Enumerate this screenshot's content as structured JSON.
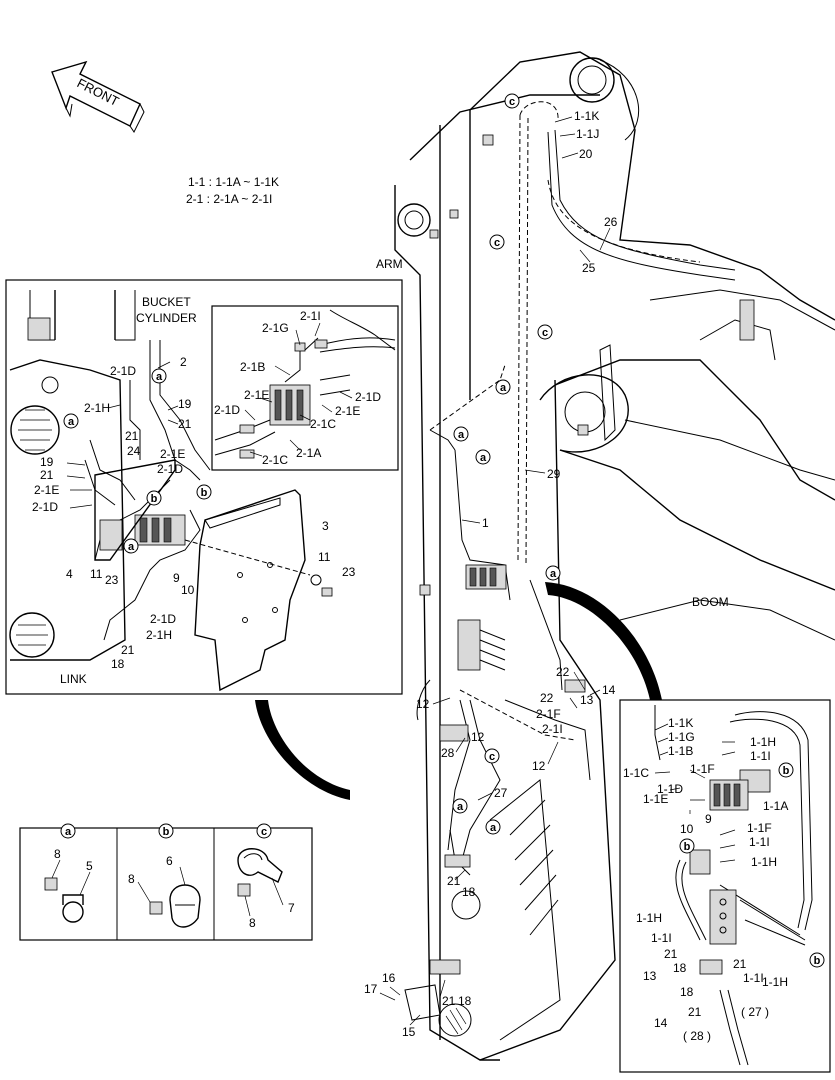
{
  "orientation": {
    "label": "FRONT"
  },
  "legend": {
    "line1": "1-1 : 1-1A ~ 1-1K",
    "line2": "2-1 : 2-1A ~ 2-1I"
  },
  "region_labels": {
    "arm": "ARM",
    "boom": "BOOM",
    "bucket_cylinder_1": "BUCKET",
    "bucket_cylinder_2": "CYLINDER",
    "link": "LINK"
  },
  "clamp_details": {
    "a": {
      "letter": "a",
      "parts": [
        "8",
        "5"
      ]
    },
    "b": {
      "letter": "b",
      "parts": [
        "6",
        "8"
      ]
    },
    "c": {
      "letter": "c",
      "parts": [
        "7",
        "8"
      ]
    }
  },
  "callouts": {
    "main": [
      "1-1K",
      "1-1J",
      "20",
      "26",
      "25",
      "29",
      "1",
      "22",
      "14",
      "13",
      "22",
      "2-1F",
      "2-1I",
      "12",
      "12",
      "12",
      "28",
      "27",
      "21",
      "18",
      "16",
      "17",
      "21",
      "18",
      "15"
    ],
    "left_inset": [
      "2-1D",
      "2",
      "2-1H",
      "19",
      "21",
      "24",
      "21",
      "2-1E",
      "2-1D",
      "19",
      "21",
      "2-1E",
      "2-1D",
      "4",
      "11",
      "23",
      "9",
      "10",
      "3",
      "11",
      "23",
      "2-1D",
      "2-1H",
      "21",
      "18"
    ],
    "valve_inset": [
      "2-1I",
      "2-1G",
      "2-1B",
      "2-1E",
      "2-1D",
      "2-1D",
      "2-1E",
      "2-1C",
      "2-1C",
      "2-1A"
    ],
    "right_inset": [
      "1-1K",
      "1-1G",
      "1-1B",
      "1-1H",
      "1-1I",
      "1-1F",
      "1-1C",
      "1-1D",
      "1-1E",
      "1-1A",
      "10",
      "9",
      "1-1F",
      "1-1I",
      "1-1H",
      "1-1H",
      "1-1I",
      "21",
      "18",
      "21",
      "1-1I",
      "1-1H",
      "13",
      "18",
      "14",
      "21",
      "( 27 )",
      "( 28 )"
    ]
  },
  "badges": [
    "a",
    "b",
    "c"
  ]
}
